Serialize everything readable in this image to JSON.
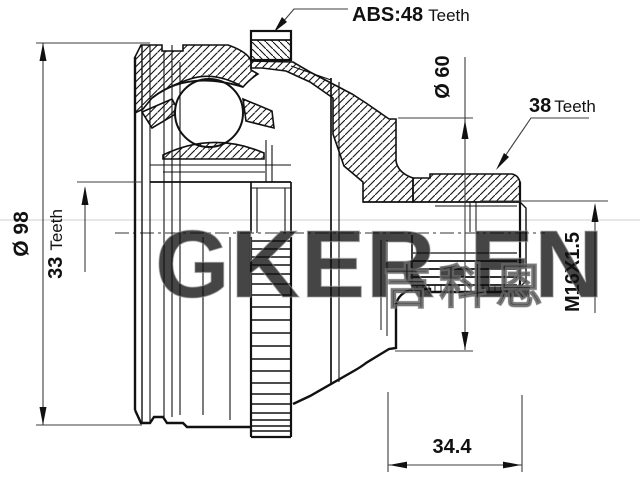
{
  "drawing": {
    "title": "cv-joint-outer-technical-drawing",
    "labels": {
      "abs": {
        "bold": "ABS:48",
        "light": "Teeth"
      },
      "dia98": "Ø 98",
      "teeth33": {
        "bold": "33",
        "light": "Teeth"
      },
      "dia60": "Ø 60",
      "teeth38": {
        "bold": "38",
        "light": "Teeth"
      },
      "thread": "M16X1.5",
      "spline_length": "34.4"
    },
    "watermark": {
      "latin": "GKER-EN",
      "cjk": "吉科恩"
    },
    "colors": {
      "line": "#111111",
      "dimension": "#3c3c3c",
      "background": "#ffffff",
      "watermark": "#c8c8c8"
    }
  }
}
